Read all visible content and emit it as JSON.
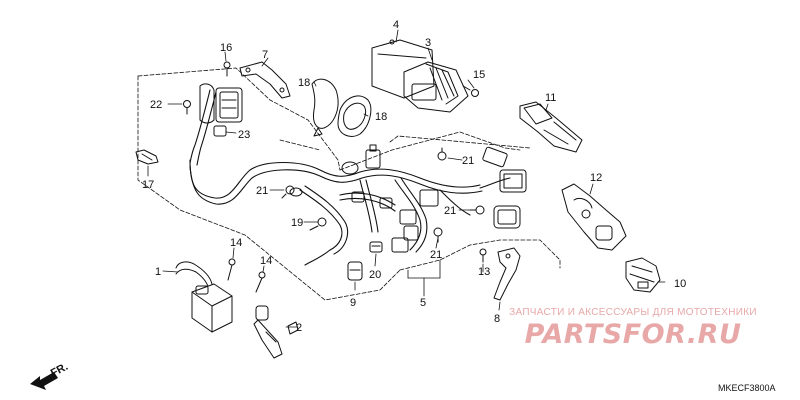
{
  "diagram": {
    "callouts": [
      "1",
      "2",
      "3",
      "4",
      "5",
      "7",
      "8",
      "9",
      "10",
      "11",
      "12",
      "13",
      "14",
      "14",
      "15",
      "16",
      "17",
      "18",
      "18",
      "19",
      "20",
      "21",
      "21",
      "21",
      "21",
      "22",
      "23"
    ],
    "front_arrow": "FR.",
    "document_code": "MKECF3800A"
  },
  "watermark": {
    "tagline": "ЗАПЧАСТИ И АКСЕССУАРЫ ДЛЯ МОТОТЕХНИКИ",
    "logo": "PARTSFOR.RU",
    "color": "#e8a8a8"
  }
}
